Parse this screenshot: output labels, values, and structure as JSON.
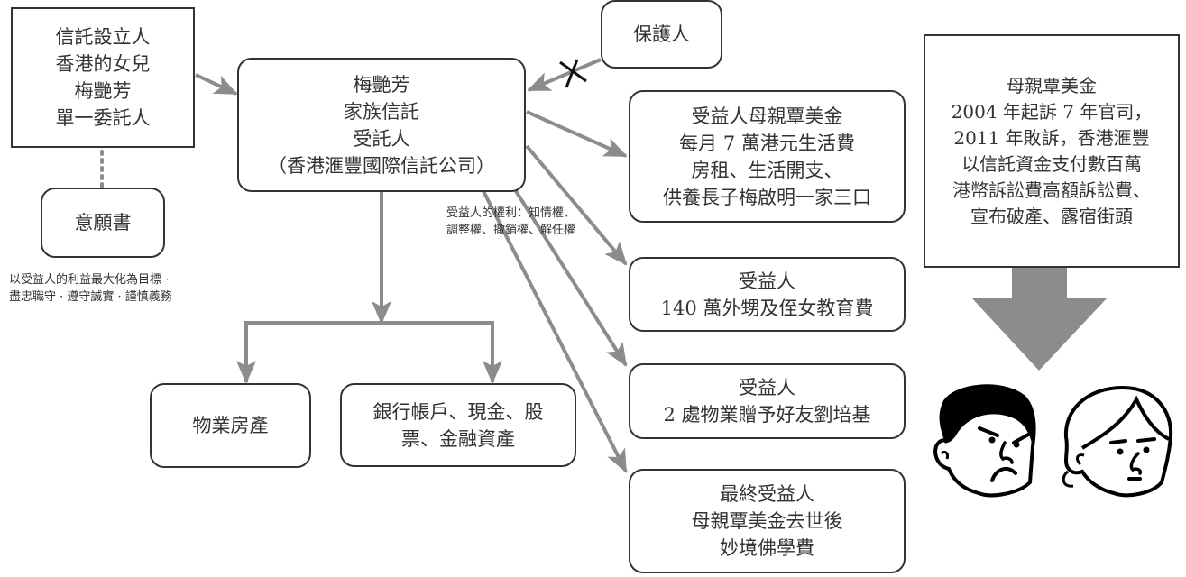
{
  "diagram": {
    "settlor": {
      "lines": [
        "信託設立人",
        "香港的女兒",
        "梅艷芳",
        "單一委託人"
      ]
    },
    "letter_of_wishes": {
      "label": "意願書"
    },
    "duty_note": {
      "lines": [
        "以受益人的利益最大化為目標 ·",
        "盡忠職守 · 遵守誠實 · 謹慎義務"
      ]
    },
    "trustee": {
      "lines": [
        "梅艷芳",
        "家族信託",
        "受託人",
        "（香港滙豐國際信託公司）"
      ]
    },
    "protector": {
      "label": "保護人",
      "link_status": "blocked"
    },
    "rights_note": {
      "lines": [
        "受益人的權利：知情權、",
        "調整權、撤銷權、解任權"
      ]
    },
    "beneficiaries": [
      {
        "lines": [
          "受益人母親覃美金",
          "每月 7 萬港元生活費",
          "房租、生活開支、",
          "供養長子梅啟明一家三口"
        ]
      },
      {
        "lines": [
          "受益人",
          "140 萬外甥及侄女教育費"
        ]
      },
      {
        "lines": [
          "受益人",
          "2 處物業贈予好友劉培基"
        ]
      },
      {
        "lines": [
          "最終受益人",
          "母親覃美金去世後",
          "妙境佛學費"
        ]
      }
    ],
    "assets": [
      {
        "lines": [
          "物業房產"
        ]
      },
      {
        "lines": [
          "銀行帳戶、現金、股",
          "票、金融資產"
        ]
      }
    ],
    "lawsuit": {
      "lines": [
        "母親覃美金",
        "2004 年起訴 7 年官司，",
        "2011 年敗訴，香港滙豐",
        "以信託資金支付數百萬",
        "港幣訴訟費高額訴訟費、",
        "宣布破產、露宿街頭"
      ]
    },
    "icons": {
      "big_arrow": "down-arrow-icon",
      "faces": [
        "angry-man-face-icon",
        "angry-woman-face-icon"
      ]
    },
    "colors": {
      "arrow": "#8c8c8c",
      "border": "#333333",
      "cross": "#111111"
    }
  }
}
